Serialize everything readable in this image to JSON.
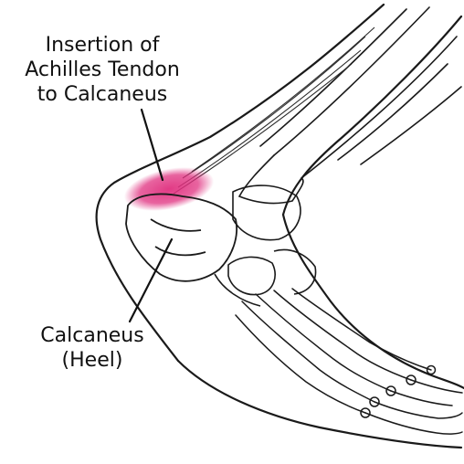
{
  "labels": {
    "insertion": [
      "Insertion of",
      "Achilles Tendon",
      "to Calcaneus"
    ],
    "calcaneus": [
      "Calcaneus",
      "(Heel)"
    ]
  },
  "colors": {
    "ink": "#111111",
    "highlight": "#e0307f"
  }
}
